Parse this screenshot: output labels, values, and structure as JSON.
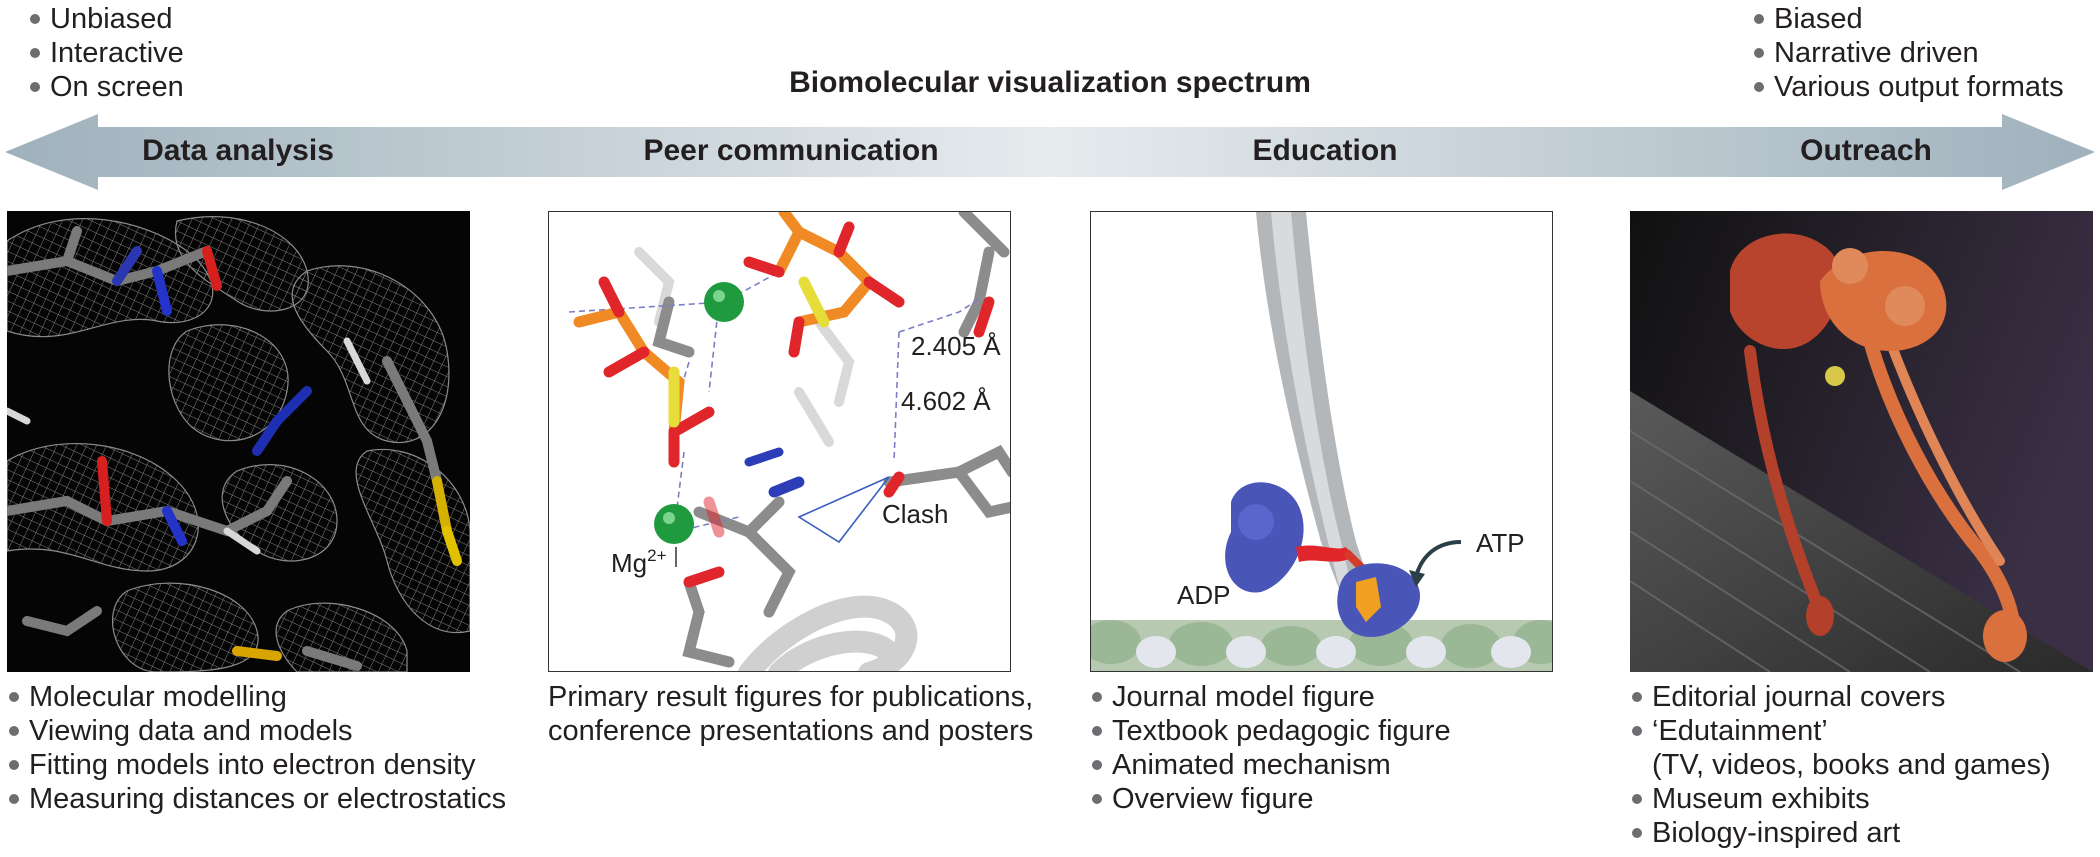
{
  "figure": {
    "title": "Biomolecular visualization spectrum",
    "left_end": [
      "Unbiased",
      "Interactive",
      "On screen"
    ],
    "right_end": [
      "Biased",
      "Narrative driven",
      "Various output formats"
    ],
    "stages": [
      "Data analysis",
      "Peer communication",
      "Education",
      "Outreach"
    ]
  },
  "panels": {
    "peer": {
      "distance_1": "2.405 Å",
      "distance_2": "4.602 Å",
      "clash_label": "Clash",
      "ion_label_base": "Mg",
      "ion_label_sup": "2+"
    },
    "education": {
      "atp_label": "ATP",
      "adp_label": "ADP"
    }
  },
  "captions": {
    "data_analysis": [
      "Molecular modelling",
      "Viewing data and models",
      "Fitting models into electron density",
      "Measuring distances or electrostatics"
    ],
    "peer_communication": [
      "Primary result figures for publications,",
      "conference presentations and posters"
    ],
    "education": [
      "Journal model figure",
      "Textbook pedagogic figure",
      "Animated mechanism",
      "Overview figure"
    ],
    "outreach": {
      "items": [
        "Editorial journal covers",
        "‘Edutainment’",
        "Museum exhibits",
        "Biology-inspired art"
      ],
      "edutainment_detail": "(TV, videos, books and games)"
    }
  },
  "colors": {
    "arrow_left": "#a8b9c3",
    "arrow_mid": "#e3e9ec",
    "arrow_right": "#a8b9c3",
    "phosphorus": "#f08a24",
    "oxygen": "#e0262b",
    "magnesium": "#1f9a3f",
    "protein_blue": "#4a55b8",
    "rna_orange": "#d9703d"
  }
}
